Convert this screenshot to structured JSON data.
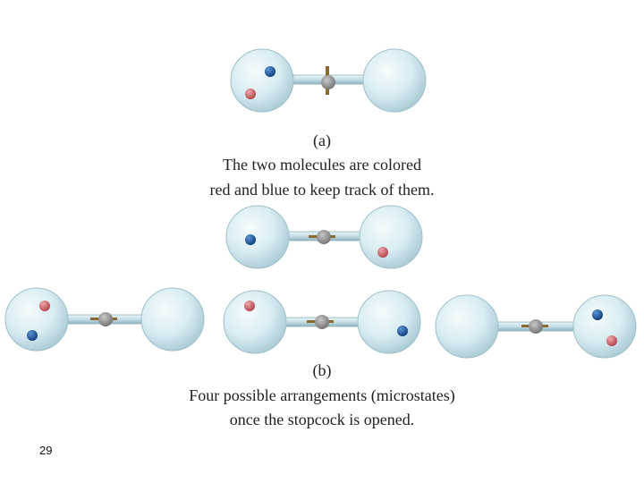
{
  "labels": {
    "part_a": "(a)",
    "caption_a": [
      "The two molecules are colored",
      "red and blue to keep track of them."
    ],
    "part_b": "(b)",
    "caption_b": [
      "Four possible arrangements (microstates)",
      "once the stopcock is opened."
    ]
  },
  "page_number": "29",
  "colors": {
    "red_molecule": "#c8686c",
    "blue_molecule": "#1c5aa8",
    "flask": "#d6ecf2",
    "flask_edge": "#9fc0cb"
  },
  "arrangements": [
    {
      "id": "a",
      "stopcock": "closed",
      "left_flask": [
        "blue",
        "red"
      ],
      "right_flask": []
    },
    {
      "id": "b-top",
      "stopcock": "open",
      "left_flask": [
        "blue"
      ],
      "right_flask": [
        "red"
      ]
    },
    {
      "id": "b-left",
      "stopcock": "open",
      "left_flask": [
        "red",
        "blue"
      ],
      "right_flask": []
    },
    {
      "id": "b-middle",
      "stopcock": "open",
      "left_flask": [
        "red"
      ],
      "right_flask": [
        "blue"
      ]
    },
    {
      "id": "b-right",
      "stopcock": "open",
      "left_flask": [],
      "right_flask": [
        "blue",
        "red"
      ]
    }
  ]
}
